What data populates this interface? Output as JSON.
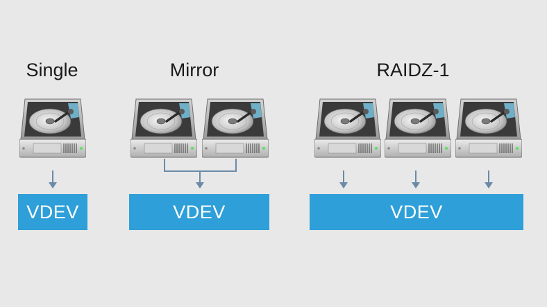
{
  "groups": [
    {
      "title": "Single",
      "vdev_label": "VDEV",
      "drives": 1
    },
    {
      "title": "Mirror",
      "vdev_label": "VDEV",
      "drives": 2
    },
    {
      "title": "RAIDZ-1",
      "vdev_label": "VDEV",
      "drives": 3
    }
  ],
  "icons": {
    "drive": "hard-drive-icon",
    "arrow": "arrow-down-icon"
  },
  "colors": {
    "vdev": "#2e9fd8",
    "connector": "#6a8aa8",
    "background": "#e8e8e8"
  }
}
